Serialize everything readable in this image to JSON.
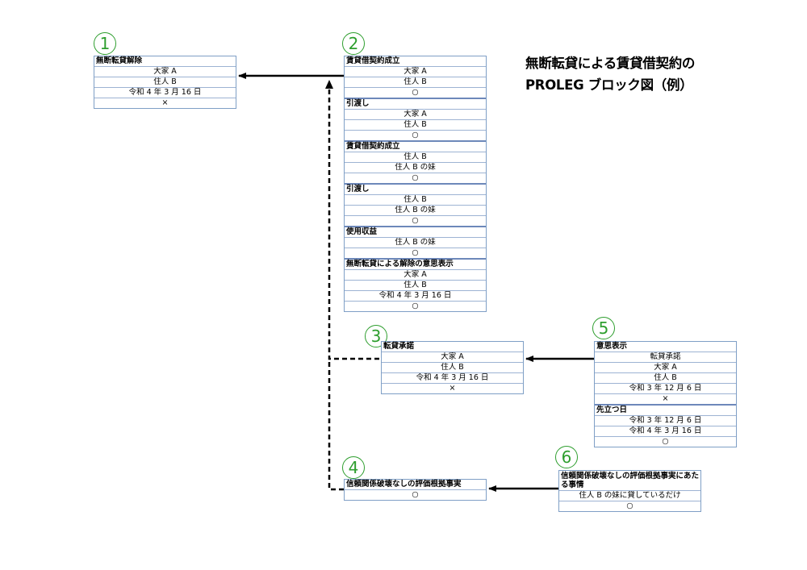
{
  "title": {
    "line1": "無断転貸による賃貸借契約の",
    "line2": "PROLEG ブロック図（例）"
  },
  "colors": {
    "block_number": "#2e9e2e",
    "block_border": "#7f9fc6",
    "section_divider": "#6d88ba",
    "arrow": "#000000"
  },
  "blocks": [
    {
      "number": "1",
      "sections": [
        {
          "title": "無断転貸解除",
          "rows": [
            "大家 A",
            "住人 B",
            "令和 4 年 3 月 16 日",
            "×"
          ]
        }
      ]
    },
    {
      "number": "2",
      "sections": [
        {
          "title": "賃貸借契約成立",
          "rows": [
            "大家 A",
            "住人 B",
            "○"
          ]
        },
        {
          "title": "引渡し",
          "rows": [
            "大家 A",
            "住人 B",
            "○"
          ]
        },
        {
          "title": "賃貸借契約成立",
          "rows": [
            "住人 B",
            "住人 B の妹",
            "○"
          ]
        },
        {
          "title": "引渡し",
          "rows": [
            "住人 B",
            "住人 B の妹",
            "○"
          ]
        },
        {
          "title": "使用収益",
          "rows": [
            "住人 B の妹",
            "○"
          ]
        },
        {
          "title": "無断転貸による解除の意思表示",
          "rows": [
            "大家 A",
            "住人 B",
            "令和 4 年 3 月 16 日",
            "○"
          ]
        }
      ]
    },
    {
      "number": "3",
      "sections": [
        {
          "title": "転貸承諾",
          "rows": [
            "大家 A",
            "住人 B",
            "令和 4 年 3 月 16 日",
            "×"
          ]
        }
      ]
    },
    {
      "number": "4",
      "sections": [
        {
          "title": "信頼関係破壊なしの評価根拠事実",
          "rows": [
            "○"
          ]
        }
      ]
    },
    {
      "number": "5",
      "sections": [
        {
          "title": "意思表示",
          "rows": [
            "転貸承諾",
            "大家 A",
            "住人 B",
            "令和 3 年 12 月 6 日",
            "×"
          ]
        },
        {
          "title": "先立つ日",
          "rows": [
            "令和 3 年 12 月 6 日",
            "令和 4 年 3 月 16 日",
            "○"
          ]
        }
      ]
    },
    {
      "number": "6",
      "sections": [
        {
          "title": "信頼関係破壊なしの評価根拠事実にあたる事情",
          "rows": [
            "住人 B の妹に貸しているだけ",
            "○"
          ]
        }
      ]
    }
  ]
}
